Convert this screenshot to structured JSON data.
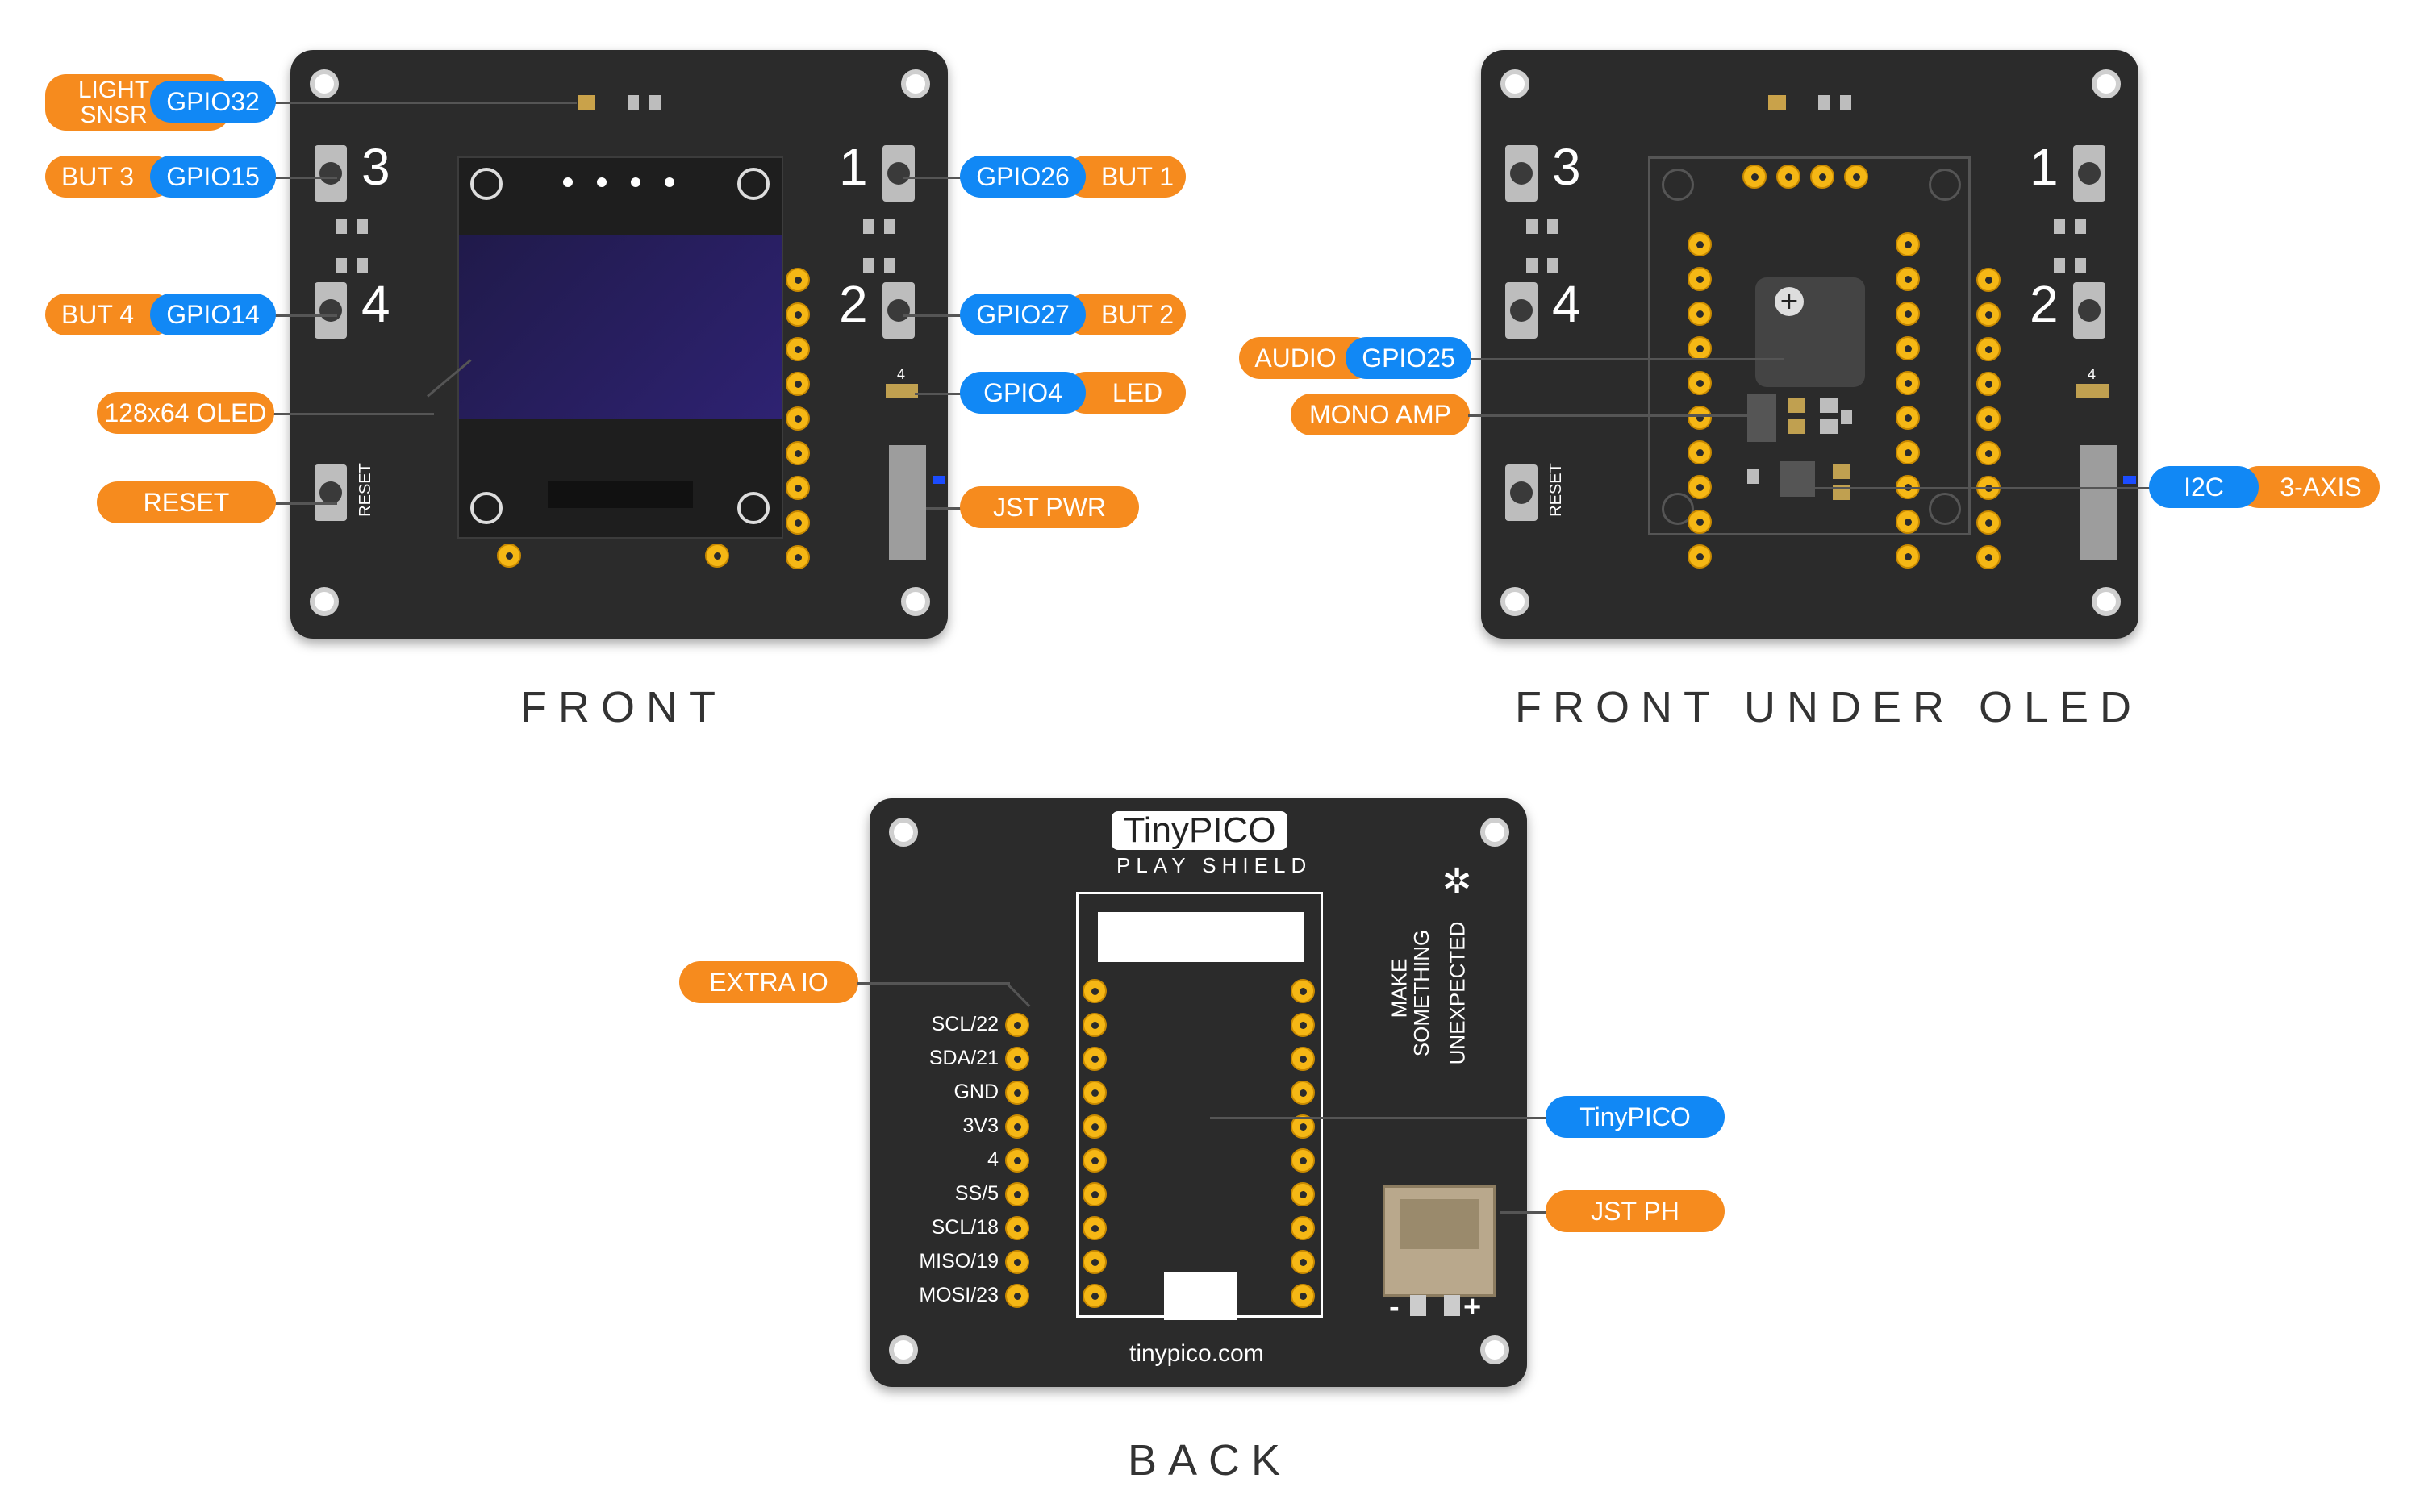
{
  "captions": {
    "front": "FRONT",
    "under": "FRONT UNDER OLED",
    "back": "BACK"
  },
  "front": {
    "light_sensor": "LIGHT\nSNSR",
    "gpio32": "GPIO32",
    "but3": "BUT 3",
    "gpio15": "GPIO15",
    "but4": "BUT 4",
    "gpio14": "GPIO14",
    "oled": "128x64 OLED",
    "reset": "RESET",
    "gpio26": "GPIO26",
    "but1": "BUT 1",
    "gpio27": "GPIO27",
    "but2": "BUT 2",
    "gpio4": "GPIO4",
    "led": "LED",
    "jst_pwr": "JST PWR",
    "num1": "1",
    "num2": "2",
    "num3": "3",
    "num4": "4",
    "reset_silk": "RESET",
    "led_num": "4"
  },
  "under": {
    "audio": "AUDIO",
    "gpio25": "GPIO25",
    "mono_amp": "MONO AMP",
    "i2c": "I2C",
    "axis": "3-AXIS",
    "num1": "1",
    "num2": "2",
    "num3": "3",
    "num4": "4",
    "reset_silk": "RESET",
    "led_num": "4"
  },
  "back": {
    "logo": "TinyPICO",
    "subtitle": "PLAY SHIELD",
    "extra_io": "EXTRA IO",
    "tinypico": "TinyPICO",
    "jst_ph": "JST PH",
    "url": "tinypico.com",
    "slogan1": "MAKE",
    "slogan2": "SOMETHING",
    "slogan3": "UNEXPECTED",
    "minus": "-",
    "plus": "+",
    "pins": [
      "SCL/22",
      "SDA/21",
      "GND",
      "3V3",
      "4",
      "SS/5",
      "SCL/18",
      "MISO/19",
      "MOSI/23"
    ]
  },
  "colors": {
    "orange": "#f68b1e",
    "blue": "#1188f5",
    "board": "#2b2b2b",
    "pad": "#f5b715"
  }
}
